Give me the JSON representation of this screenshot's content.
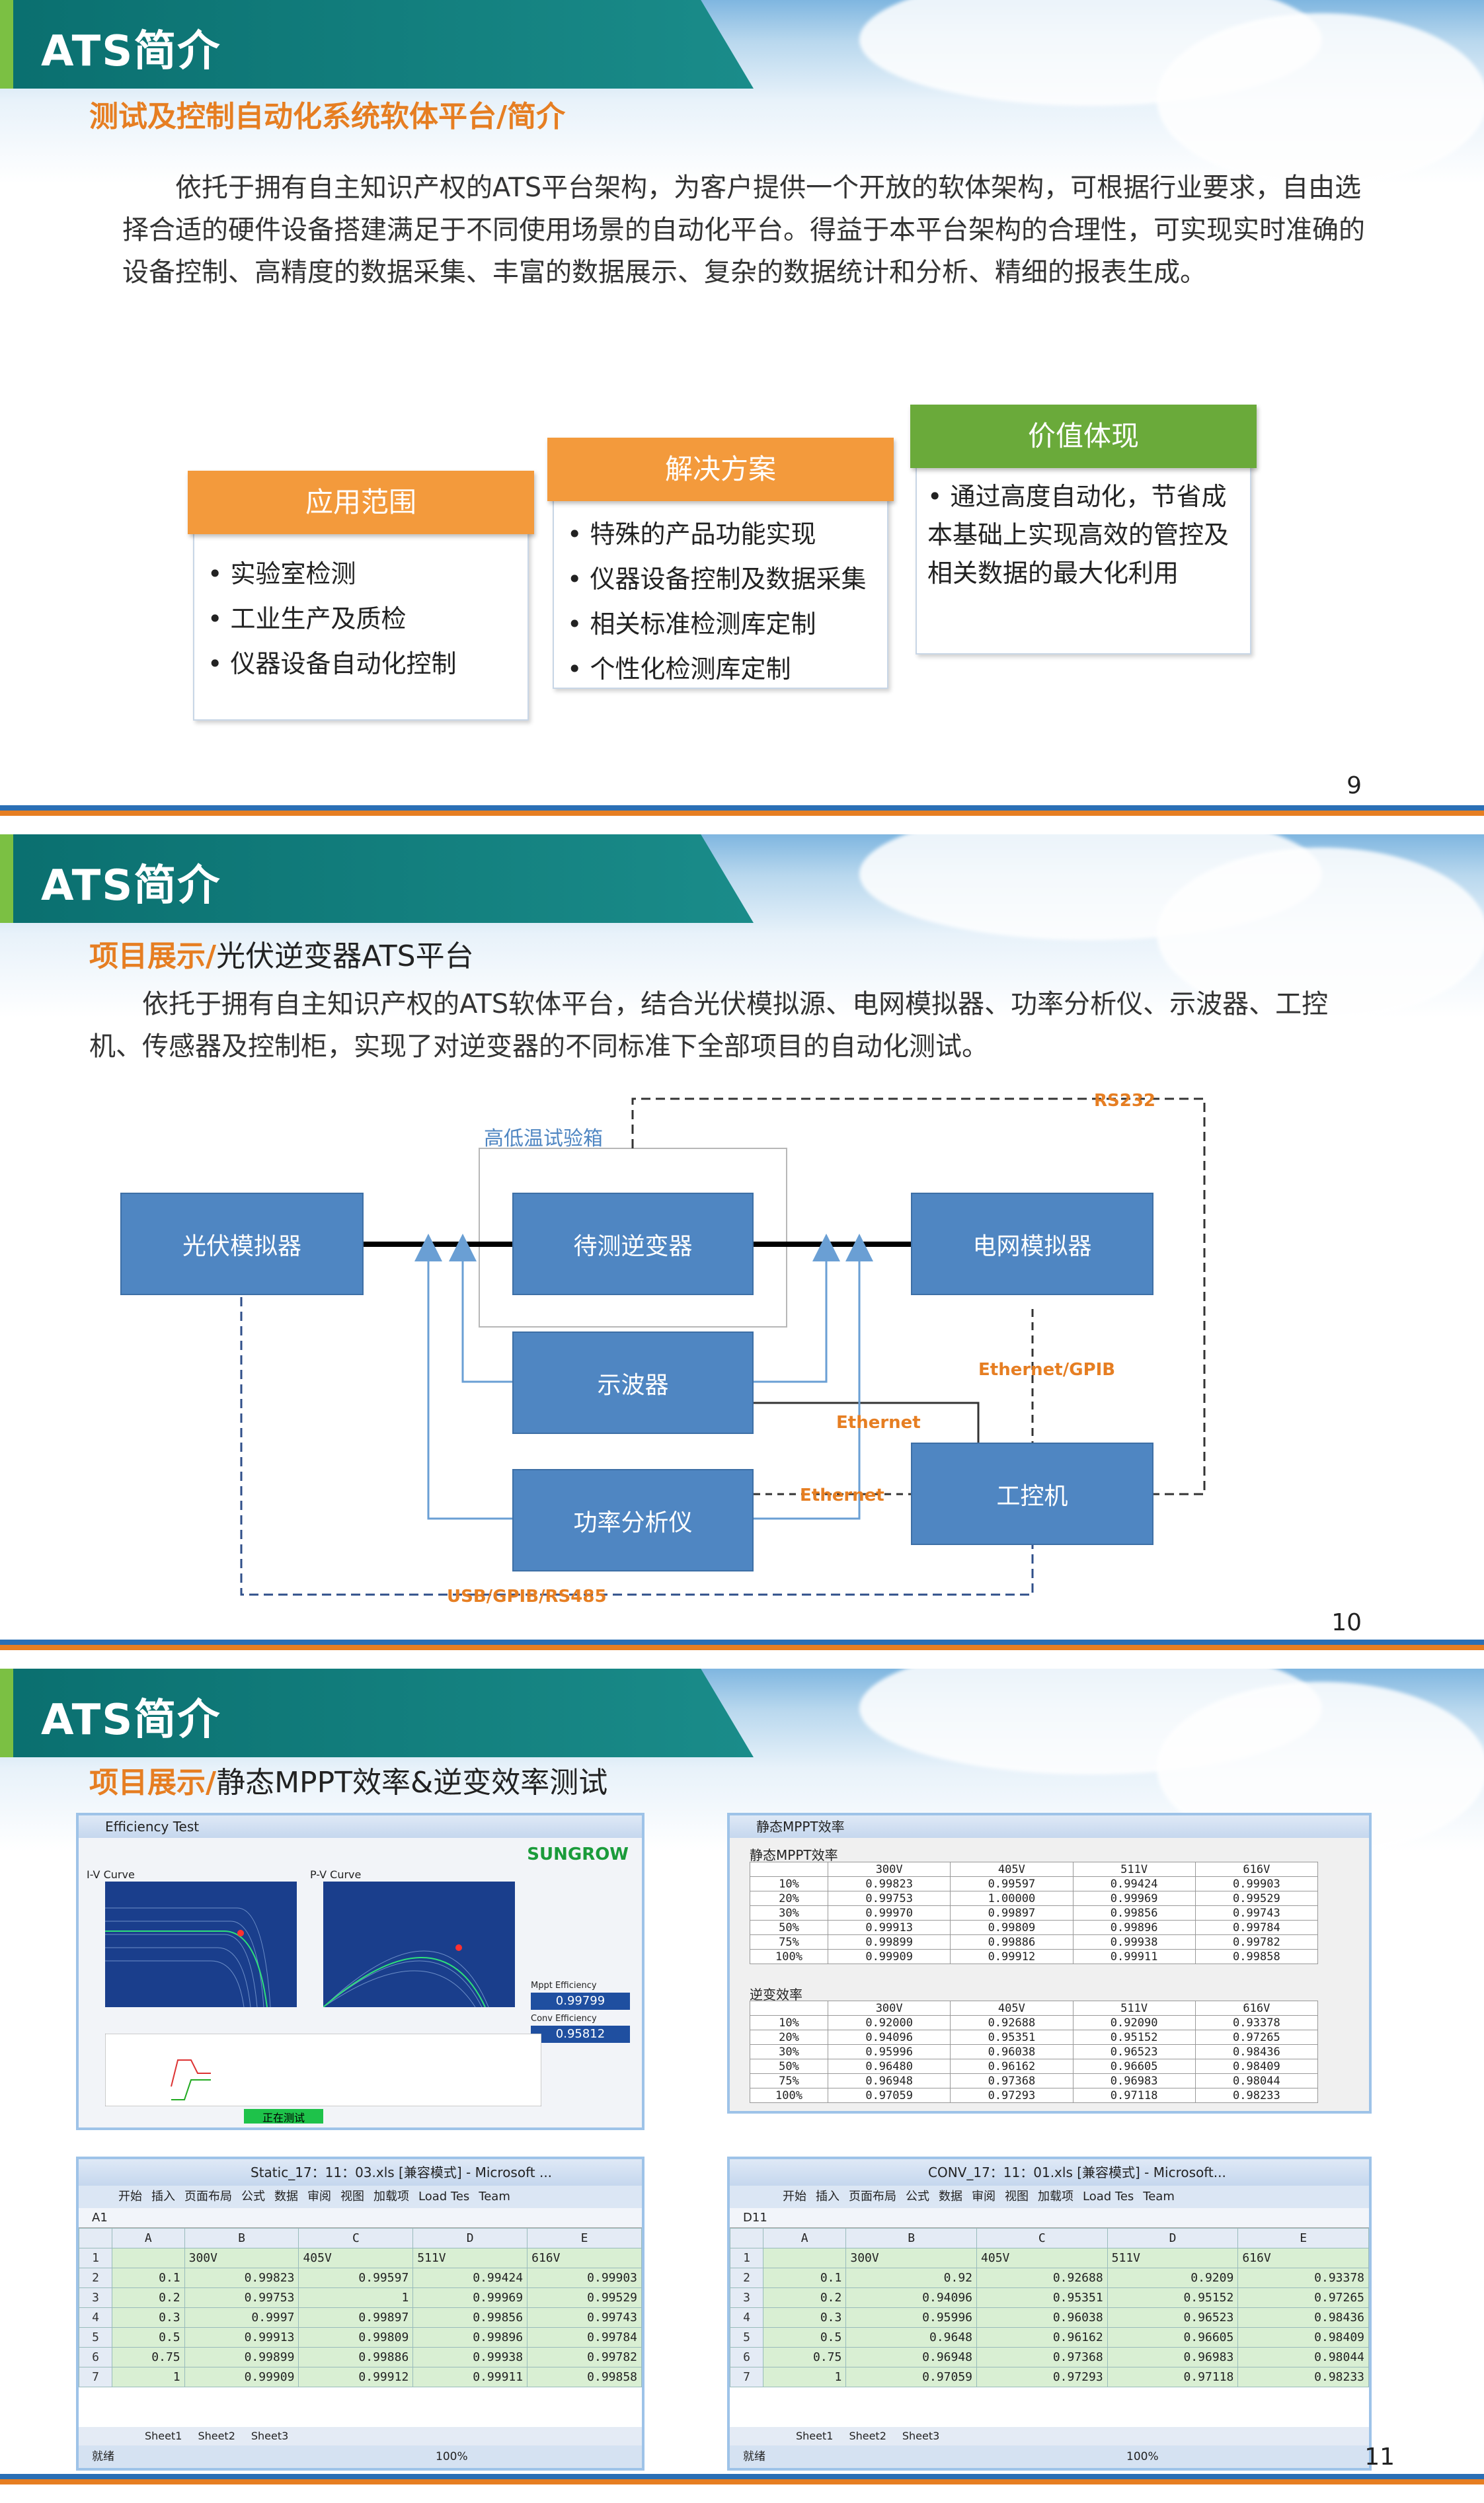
{
  "slides": [
    {
      "title": "ATS简介",
      "subtitle_highlight": "测试及控制自动化系统软体平台/",
      "subtitle_rest": "简介",
      "paragraph": "依托于拥有自主知识产权的ATS平台架构，为客户提供一个开放的软体架构，可根据行业要求，自由选择合适的硬件设备搭建满足于不同使用场景的自动化平台。得益于本平台架构的合理性，可实现实时准确的设备控制、高精度的数据采集、丰富的数据展示、复杂的数据统计和分析、精细的报表生成。",
      "boxes": [
        {
          "header": "应用范围",
          "color": "#f39a3c",
          "items": [
            "实验室检测",
            "工业生产及质检",
            "仪器设备自动化控制"
          ]
        },
        {
          "header": "解决方案",
          "color": "#f39a3c",
          "items": [
            "特殊的产品功能实现",
            "仪器设备控制及数据采集",
            "相关标准检测库定制",
            "个性化检测库定制"
          ]
        },
        {
          "header": "价值体现",
          "color": "#6aaa3a",
          "items": [
            "通过高度自动化，节省成本基础上实现高效的管控及相关数据的最大化利用"
          ]
        }
      ],
      "page": "9"
    },
    {
      "title": "ATS简介",
      "subtitle_highlight": "项目展示/",
      "subtitle_rest": "光伏逆变器ATS平台",
      "paragraph": "依托于拥有自主知识产权的ATS软体平台，结合光伏模拟源、电网模拟器、功率分析仪、示波器、工控机、传感器及控制柜，实现了对逆变器的不同标准下全部项目的自动化测试。",
      "diagram": {
        "chamber": "高低温试验箱",
        "pv": "光伏模拟器",
        "inverter": "待测逆变器",
        "grid": "电网模拟器",
        "scope": "示波器",
        "power": "功率分析仪",
        "ipc": "工控机",
        "rs232": "RS232",
        "eth_gpib": "Ethernet/GPIB",
        "eth1": "Ethernet",
        "eth2": "Ethernet",
        "usb": "USB/GPIB/RS485"
      },
      "page": "10"
    },
    {
      "title": "ATS简介",
      "subtitle_highlight": "项目展示/",
      "subtitle_rest": "静态MPPT效率&逆变效率测试",
      "app": {
        "window_title": "Efficiency Test",
        "brand": "SUNGROW",
        "iv": "I-V Curve",
        "pv": "P-V Curve",
        "mppt_label": "Mppt Efficiency",
        "mppt_value": "0.99799",
        "conv_label": "Conv Efficiency",
        "conv_value": "0.95812",
        "status": "正在测试"
      },
      "mppt_window": {
        "title": "静态MPPT效率",
        "section1": "静态MPPT效率",
        "section2": "逆变效率",
        "cols": [
          "300V",
          "405V",
          "511V",
          "616V"
        ],
        "rows1": [
          [
            "10%",
            "0.99823",
            "0.99597",
            "0.99424",
            "0.99903"
          ],
          [
            "20%",
            "0.99753",
            "1.00000",
            "0.99969",
            "0.99529"
          ],
          [
            "30%",
            "0.99970",
            "0.99897",
            "0.99856",
            "0.99743"
          ],
          [
            "50%",
            "0.99913",
            "0.99809",
            "0.99896",
            "0.99784"
          ],
          [
            "75%",
            "0.99899",
            "0.99886",
            "0.99938",
            "0.99782"
          ],
          [
            "100%",
            "0.99909",
            "0.99912",
            "0.99911",
            "0.99858"
          ]
        ],
        "rows2": [
          [
            "10%",
            "0.92000",
            "0.92688",
            "0.92090",
            "0.93378"
          ],
          [
            "20%",
            "0.94096",
            "0.95351",
            "0.95152",
            "0.97265"
          ],
          [
            "30%",
            "0.95996",
            "0.96038",
            "0.96523",
            "0.98436"
          ],
          [
            "50%",
            "0.96480",
            "0.96162",
            "0.96605",
            "0.98409"
          ],
          [
            "75%",
            "0.96948",
            "0.97368",
            "0.96983",
            "0.98044"
          ],
          [
            "100%",
            "0.97059",
            "0.97293",
            "0.97118",
            "0.98233"
          ]
        ]
      },
      "excel1": {
        "title": "Static_17：11：03.xls [兼容模式] - Microsoft ...",
        "cell": "A1",
        "headers": [
          "",
          "300V",
          "405V",
          "511V",
          "616V"
        ],
        "rows": [
          [
            "0.1",
            "0.99823",
            "0.99597",
            "0.99424",
            "0.99903"
          ],
          [
            "0.2",
            "0.99753",
            "1",
            "0.99969",
            "0.99529"
          ],
          [
            "0.3",
            "0.9997",
            "0.99897",
            "0.99856",
            "0.99743"
          ],
          [
            "0.5",
            "0.99913",
            "0.99809",
            "0.99896",
            "0.99784"
          ],
          [
            "0.75",
            "0.99899",
            "0.99886",
            "0.99938",
            "0.99782"
          ],
          [
            "1",
            "0.99909",
            "0.99912",
            "0.99911",
            "0.99858"
          ]
        ]
      },
      "excel2": {
        "title": "CONV_17：11：01.xls [兼容模式] - Microsoft...",
        "cell": "D11",
        "headers": [
          "",
          "300V",
          "405V",
          "511V",
          "616V"
        ],
        "rows": [
          [
            "0.1",
            "0.92",
            "0.92688",
            "0.9209",
            "0.93378"
          ],
          [
            "0.2",
            "0.94096",
            "0.95351",
            "0.95152",
            "0.97265"
          ],
          [
            "0.3",
            "0.95996",
            "0.96038",
            "0.96523",
            "0.98436"
          ],
          [
            "0.5",
            "0.9648",
            "0.96162",
            "0.96605",
            "0.98409"
          ],
          [
            "0.75",
            "0.96948",
            "0.97368",
            "0.96983",
            "0.98044"
          ],
          [
            "1",
            "0.97059",
            "0.97293",
            "0.97118",
            "0.98233"
          ]
        ]
      },
      "ribbon": [
        "开始",
        "插入",
        "页面布局",
        "公式",
        "数据",
        "审阅",
        "视图",
        "加载项",
        "Load Tes",
        "Team"
      ],
      "col_letters": [
        "A",
        "B",
        "C",
        "D",
        "E"
      ],
      "sheets": [
        "Sheet1",
        "Sheet2",
        "Sheet3"
      ],
      "status_ready": "就绪",
      "zoom": "100%",
      "page": "11"
    }
  ]
}
